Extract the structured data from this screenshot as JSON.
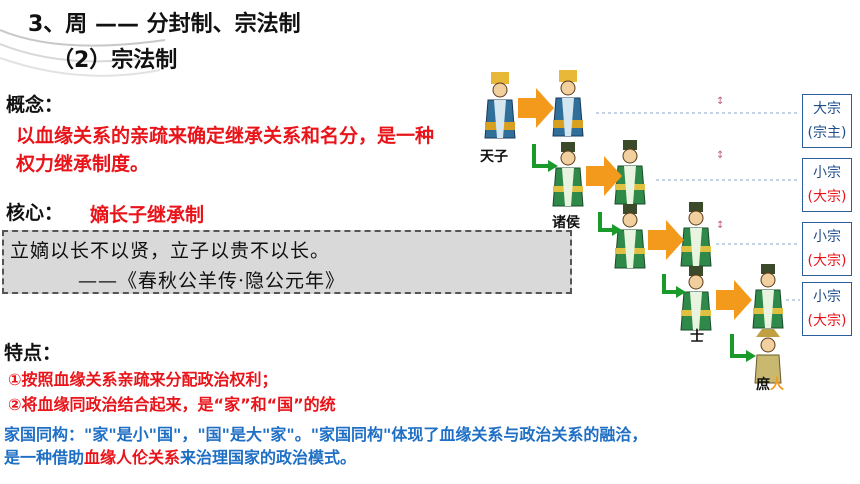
{
  "header": {
    "title": "3、周 —— 分封制、宗法制",
    "subtitle": "（2）宗法制"
  },
  "concept": {
    "label": "概念：",
    "text": "以血缘关系的亲疏来确定继承关系和名分，是一种权力继承制度。"
  },
  "core": {
    "label": "核心：",
    "value": "嫡长子继承制"
  },
  "quote": {
    "line1": "立嫡以长不以贤，立子以贵不以长。",
    "line2": "——《春秋公羊传·隐公元年》"
  },
  "features": {
    "label": "特点：",
    "items": [
      "①按照血缘关系亲疏来分配政治权利；",
      "②将血缘同政治结合起来，是“家”和“国”的统"
    ]
  },
  "summary": {
    "line1": "家国同构：\"家\"是小\"国\"，\"国\"是大\"家\"。\"家国同构\"体现了血缘关系与政治关系的融洽，",
    "line2_prefix": "是一种借助",
    "line2_highlight": "血缘人伦关系",
    "line2_suffix": "来治理国家的政治模式。"
  },
  "diagram": {
    "levels": {
      "tianzi": "天子",
      "zhuhou": "诸侯",
      "shi": "士",
      "shuren_a": "庶",
      "shuren_b": "人"
    },
    "boxes": [
      {
        "top": "大宗",
        "bottom": "(宗主)",
        "bottom_color": "blue"
      },
      {
        "top": "小宗",
        "bottom": "(大宗)",
        "bottom_color": "red"
      },
      {
        "top": "小宗",
        "bottom": "(大宗)",
        "bottom_color": "red"
      },
      {
        "top": "小宗",
        "bottom": "(大宗)",
        "bottom_color": "red"
      }
    ]
  },
  "colors": {
    "red": "#e8141a",
    "blue": "#1f6fc5",
    "orange_arrow": "#f39a1c",
    "green_arrow": "#1a9a2a",
    "box_border": "#2b5d9b"
  }
}
